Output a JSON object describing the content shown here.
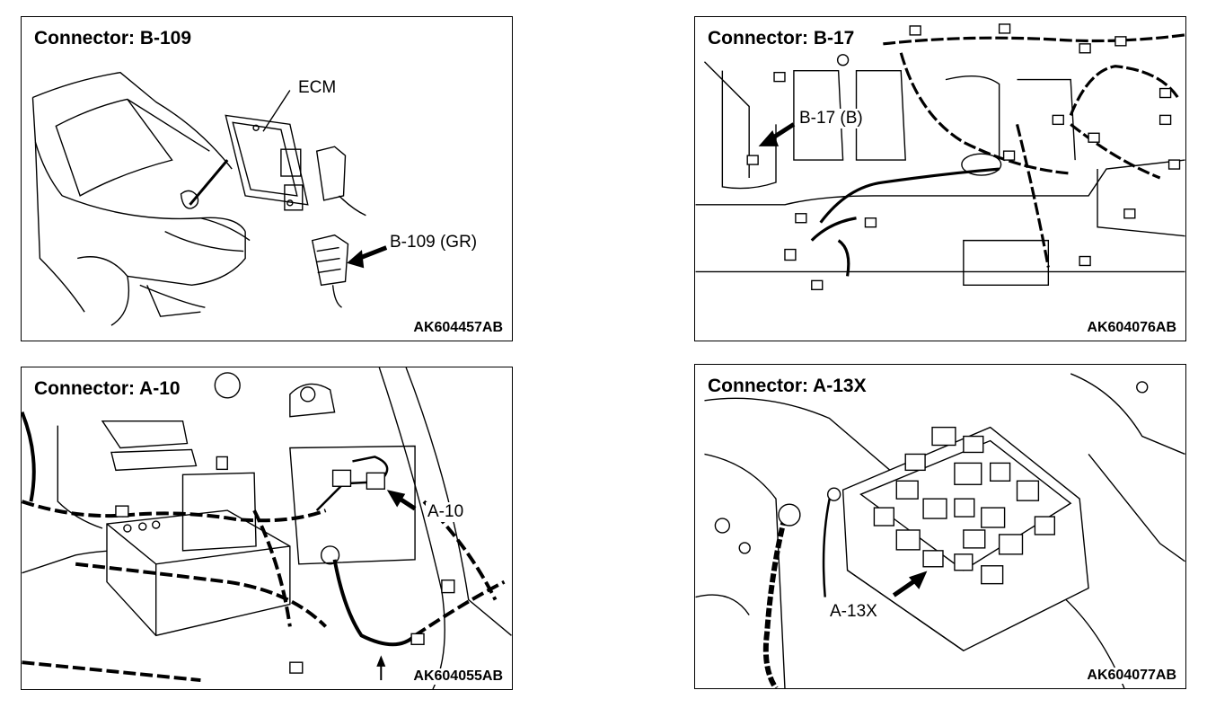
{
  "panels": [
    {
      "title": "Connector: B-109",
      "code": "AK604457AB",
      "callouts": {
        "ecm": "ECM",
        "connector": "B-109 (GR)"
      }
    },
    {
      "title": "Connector: B-17",
      "code": "AK604076AB",
      "callouts": {
        "connector": "B-17 (B)"
      }
    },
    {
      "title": "Connector: A-10",
      "code": "AK604055AB",
      "callouts": {
        "connector": "A-10"
      }
    },
    {
      "title": "Connector: A-13X",
      "code": "AK604077AB",
      "callouts": {
        "connector": "A-13X"
      }
    }
  ]
}
